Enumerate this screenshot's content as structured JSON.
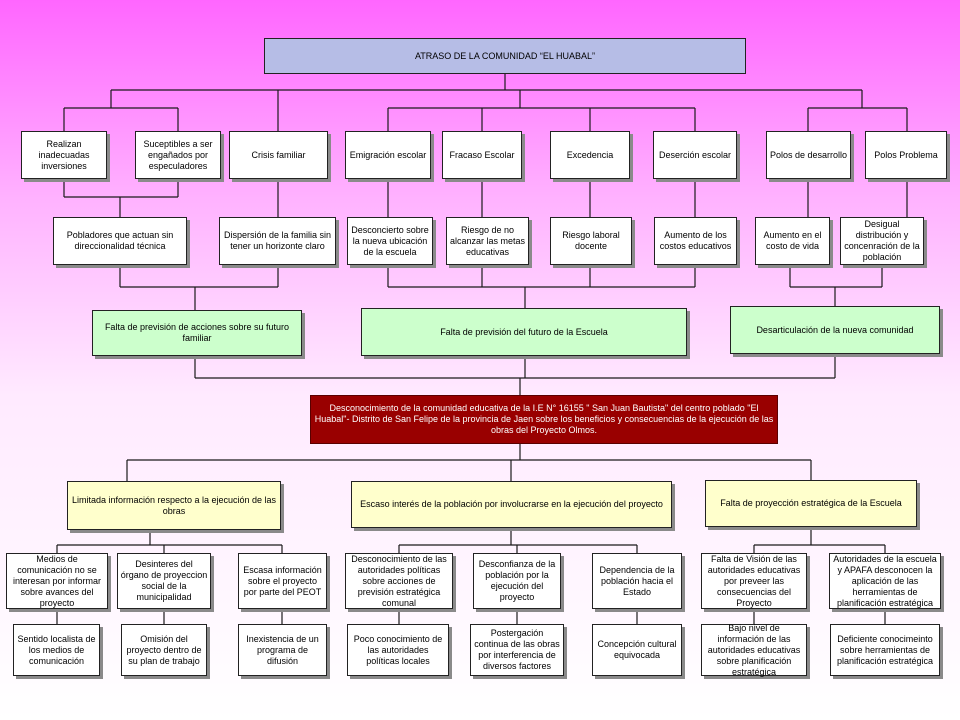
{
  "colors": {
    "title_fill": "#b6bde6",
    "green_fill": "#ccffcc",
    "yellow_fill": "#ffffcc",
    "central_fill": "#990000",
    "background_top": "#ff66ff",
    "background_bottom": "#ffffff"
  },
  "title": "ATRASO DE LA COMUNIDAD “EL HUABAL”",
  "effects_level1": [
    "Realizan inadecuadas inversiones",
    "Suceptibles a ser engañados por especuladores",
    "Crisis familiar",
    "Emigración escolar",
    "Fracaso Escolar",
    "Excedencia",
    "Deserción escolar",
    "Polos de desarrollo",
    "Polos Problema"
  ],
  "effects_level2": [
    "Pobladores que actuan sin direccionalidad técnica",
    "Dispersión de la familia sin tener un horizonte claro",
    "Desconcierto sobre la nueva ubicación de la escuela",
    "Riesgo de no alcanzar las metas educativas",
    "Riesgo laboral docente",
    "Aumento de los costos educativos",
    "Aumento en el costo de vida",
    "Desigual distribución y concenración de la población"
  ],
  "effects_summary": [
    "Falta de previsión de acciones sobre su futuro familiar",
    "Falta de previsión del futuro de la Escuela",
    "Desarticulación de la nueva comunidad"
  ],
  "central_problem": "Desconocimiento de la comunidad educativa de la I.E N° 16155 \" San Juan Bautista\" del centro poblado \"El Huabal\"- Distrito de San Felipe de la provincia de Jaen sobre los beneficios y consecuencias de la ejecución de las obras del Proyecto Olmos.",
  "cause_groups": [
    "Limitada información respecto a la ejecución de las obras",
    "Escaso interés de la población por involucrarse en la ejecución del proyecto",
    "Falta de proyección estratégica de la Escuela"
  ],
  "causes_level1": [
    "Medios de comunicación no se interesan por informar sobre avances del proyecto",
    "Desinteres del órgano de proyeccion social de la municipalidad",
    "Escasa información sobre el proyecto por parte del PEOT",
    "Desconocimiento de las autoridades políticas sobre acciones de previsión estratégica comunal",
    "Desconfianza de la población por la ejecución del proyecto",
    "Dependencia de la población hacia el Estado",
    "Falta de Visión de las autoridades educativas por preveer las consecuencias del Proyecto",
    "Autoridades de la escuela y APAFA desconocen la aplicación de las herramientas de planificación estratégica"
  ],
  "causes_level2": [
    "Sentido localista de los medios de comunicación",
    "Omisión del proyecto dentro de su plan de trabajo",
    "Inexistencia de un programa de difusión",
    "Poco conocimiento de las autoridades políticas locales",
    "Postergación continua de las obras por interferencia de diversos factores",
    "Concepción cultural equivocada",
    "Bajo nivel de información de las autoridades educativas sobre planificación estratégica",
    "Deficiente conocimeinto sobre herramientas de planificación estratégica"
  ]
}
